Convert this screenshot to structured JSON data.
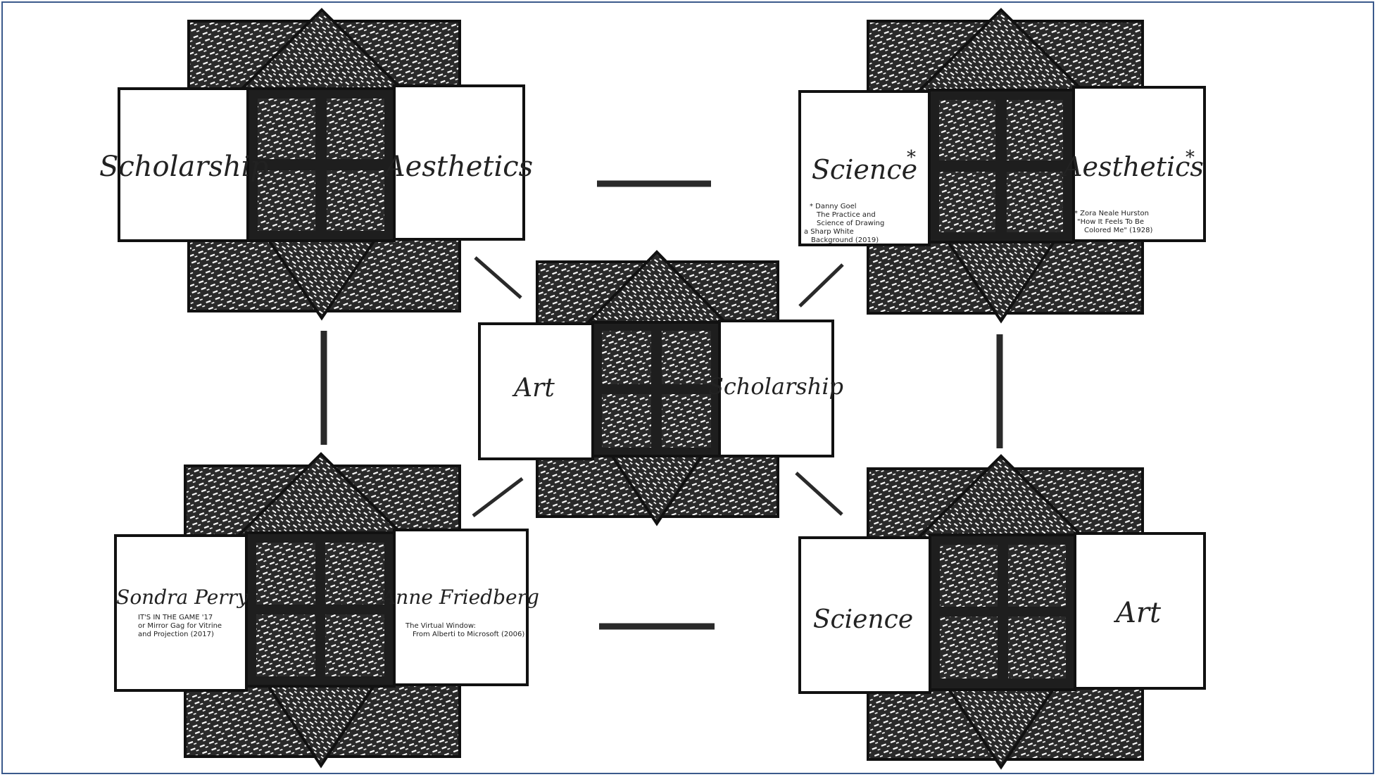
{
  "colors": {
    "ink": "#2a2a2a",
    "window": "#ffffff",
    "frame": "#3b5a8c"
  },
  "windows": [
    {
      "id": "top-left",
      "left": {
        "title": "Scholarship",
        "notes": []
      },
      "right": {
        "title": "Aesthetics",
        "notes": []
      }
    },
    {
      "id": "top-right",
      "left": {
        "title": "Science",
        "marker": "*",
        "notes": [
          "* Danny Goel",
          "The Practice and",
          "Science of Drawing",
          "a Sharp White",
          "Background (2019)"
        ]
      },
      "right": {
        "title": "Aesthetics",
        "marker": "*",
        "notes": [
          "* Zora Neale Hurston",
          "\"How It Feels To Be",
          "Colored Me\" (1928)"
        ]
      }
    },
    {
      "id": "center",
      "left": {
        "title": "Art",
        "notes": []
      },
      "right": {
        "title": "Scholarship",
        "notes": []
      }
    },
    {
      "id": "bottom-left",
      "left": {
        "title": "Sondra Perry",
        "notes": [
          "IT'S IN THE GAME '17",
          "or Mirror Gag for Vitrine",
          "and Projection (2017)"
        ]
      },
      "right": {
        "title": "Anne Friedberg",
        "notes": [
          "The Virtual Window:",
          "From Alberti to Microsoft (2006)"
        ]
      }
    },
    {
      "id": "bottom-right",
      "left": {
        "title": "Science",
        "notes": []
      },
      "right": {
        "title": "Art",
        "notes": []
      }
    }
  ]
}
